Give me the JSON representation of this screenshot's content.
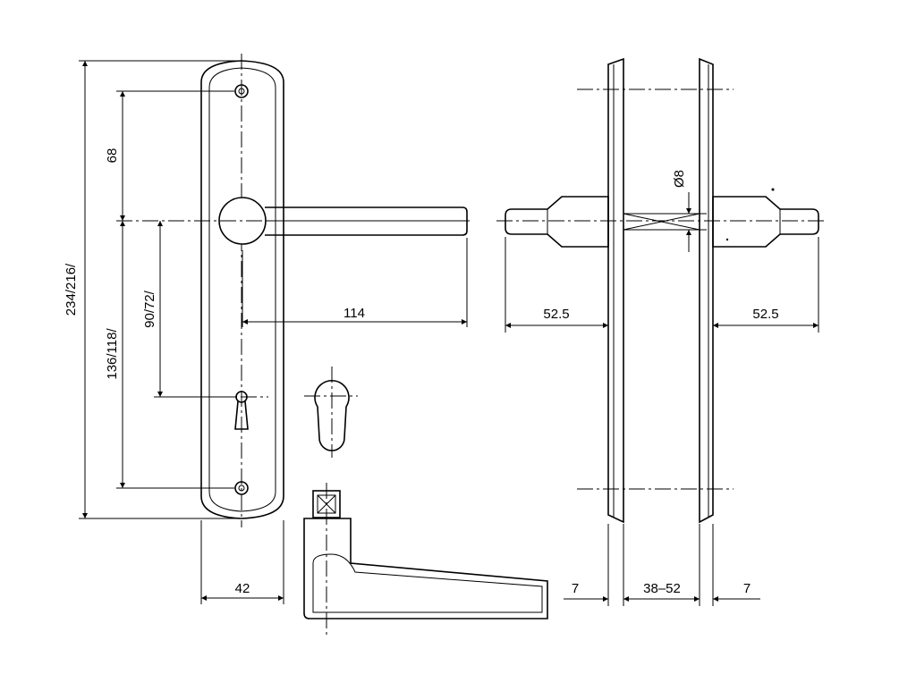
{
  "dimensions": {
    "overall_height": "234/216/",
    "screw_to_lever": "68",
    "screw_spacing": "136/118/",
    "lever_to_key": "90/72/",
    "lever_length": "114",
    "plate_width": "42",
    "spindle_left": "52.5",
    "spindle_right": "52.5",
    "spindle_diameter": "Ø8",
    "plate_thickness_left": "7",
    "door_thickness": "38–52",
    "plate_thickness_right": "7"
  },
  "colors": {
    "line": "#000000",
    "background": "#ffffff"
  }
}
